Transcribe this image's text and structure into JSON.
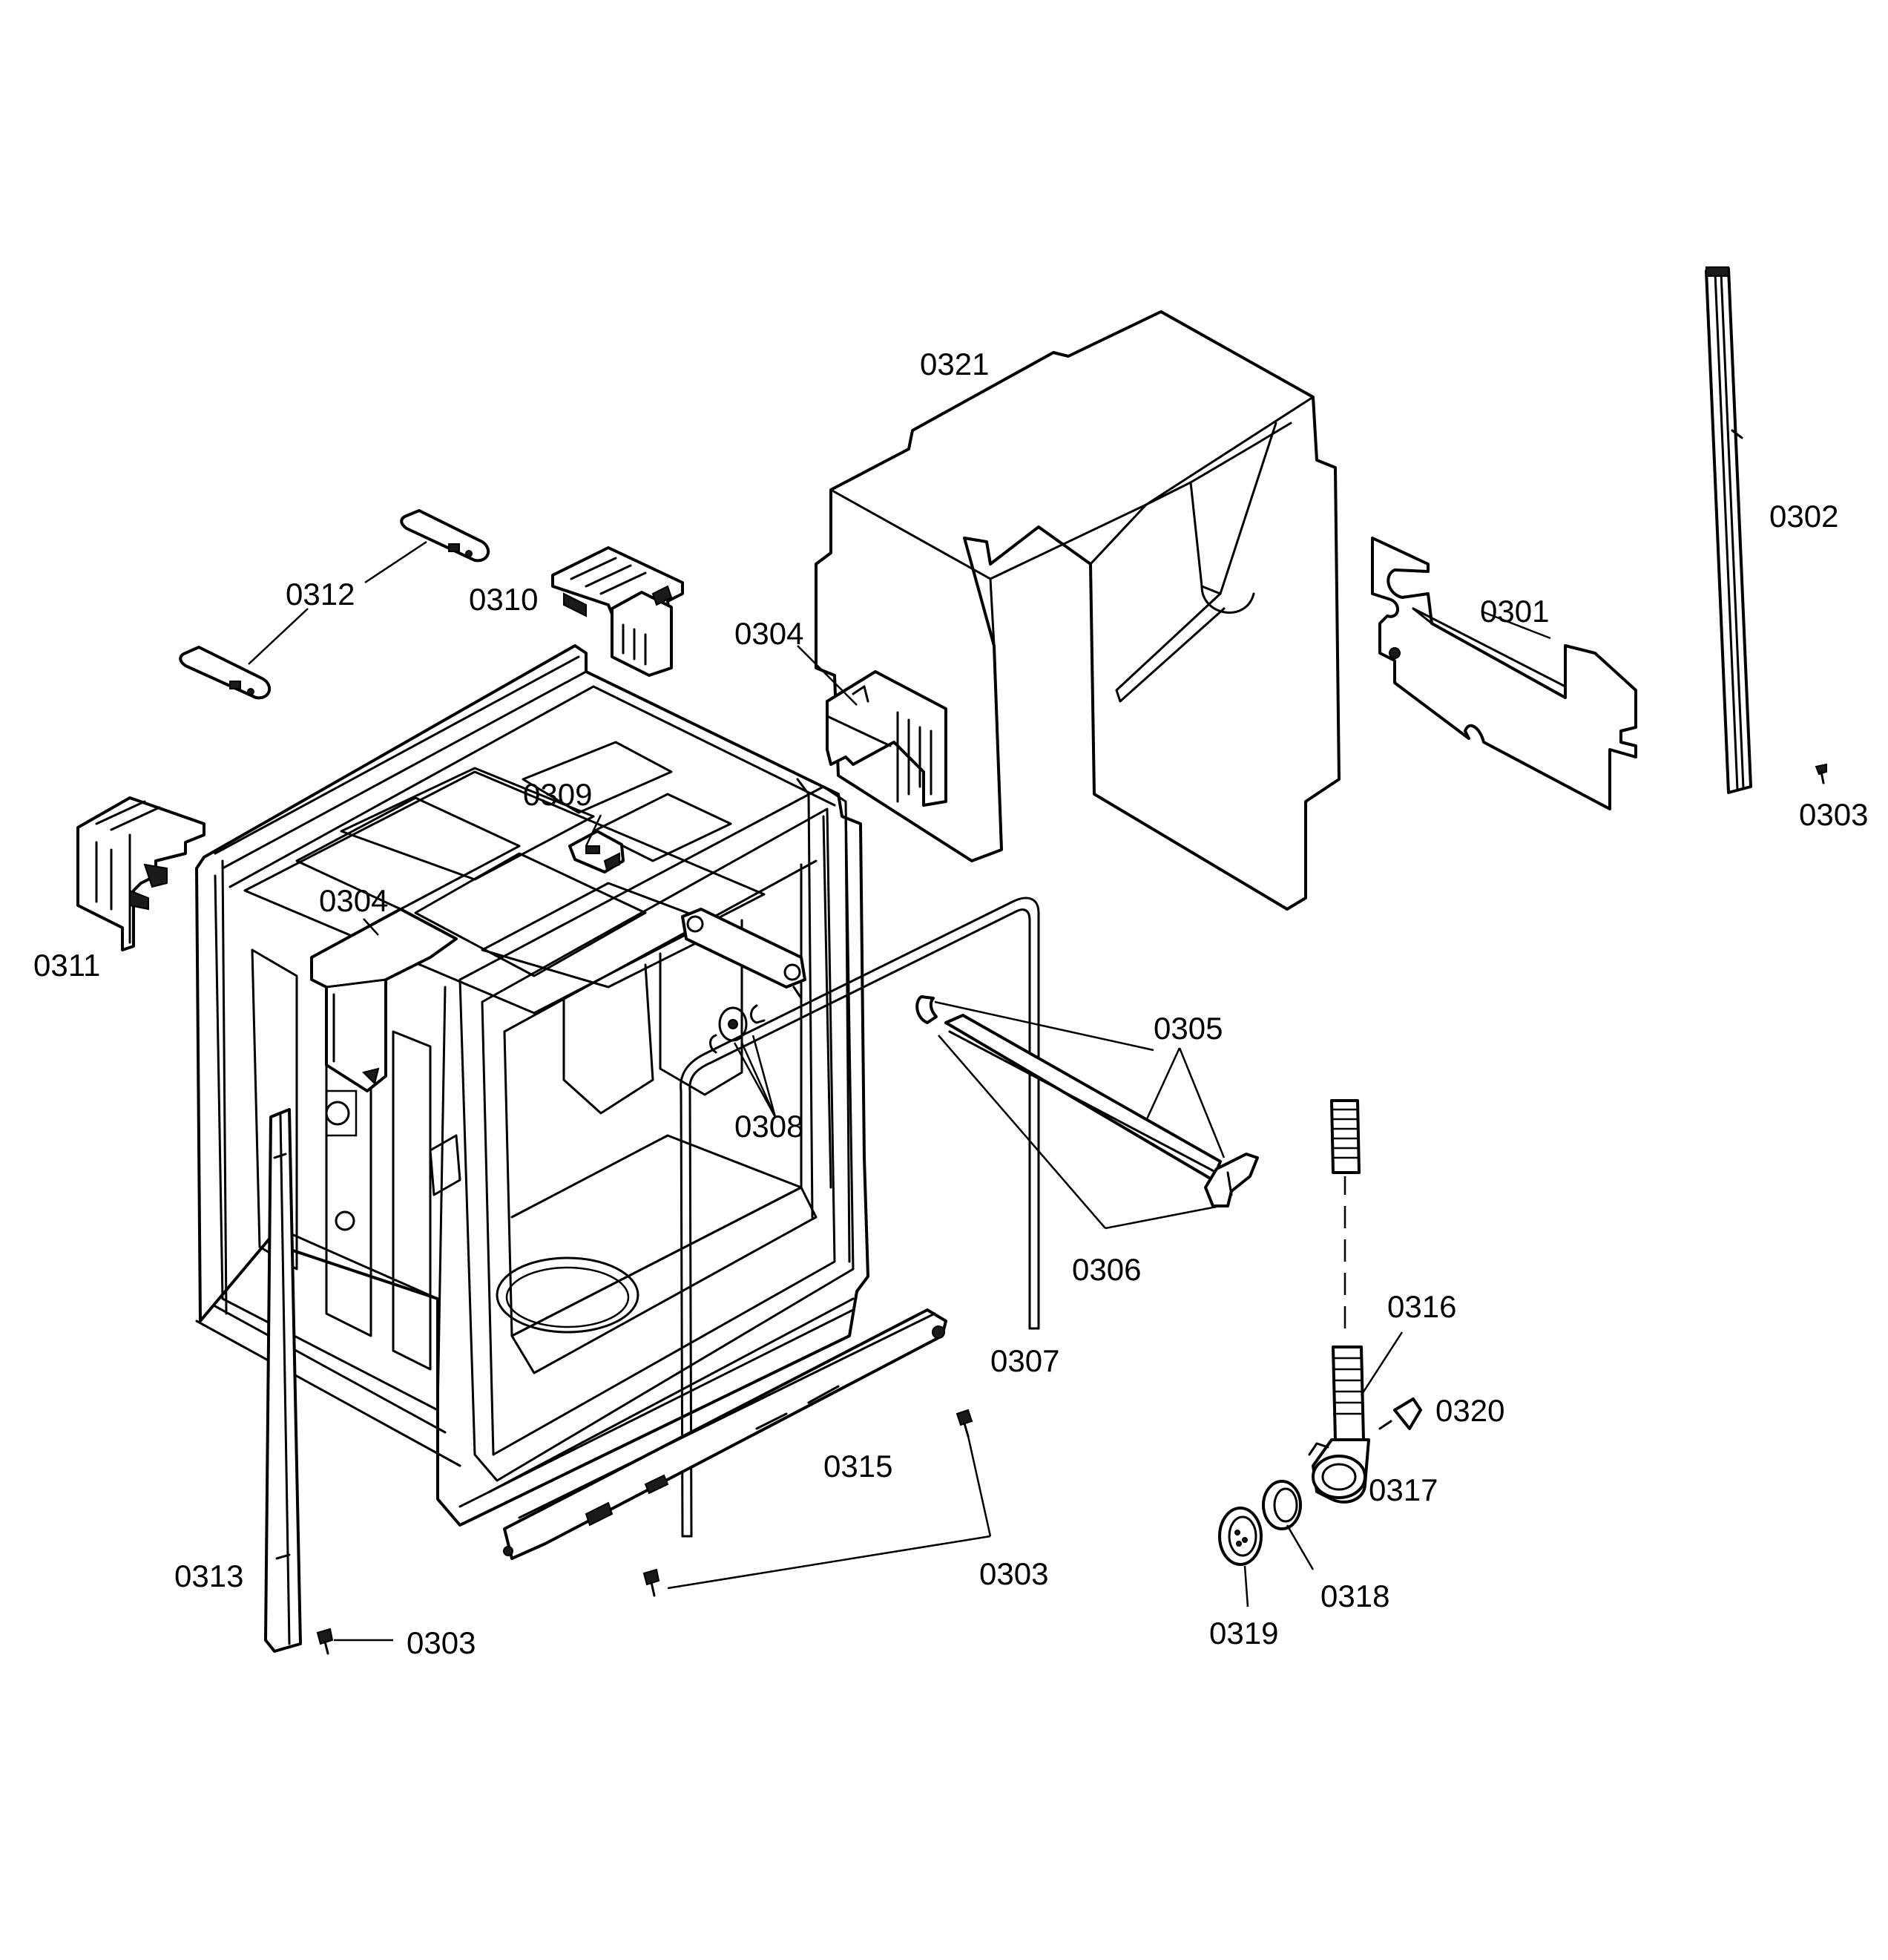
{
  "callouts": {
    "c0321": "0321",
    "c0302": "0302",
    "c0312": "0312",
    "c0310": "0310",
    "c0301": "0301",
    "c0304_upper": "0304",
    "c0303_right": "0303",
    "c0309": "0309",
    "c0304_lower": "0304",
    "c0311": "0311",
    "c0305": "0305",
    "c0308": "0308",
    "c0306": "0306",
    "c0316": "0316",
    "c0307": "0307",
    "c0320": "0320",
    "c0315": "0315",
    "c0317": "0317",
    "c0313": "0313",
    "c0303_mid": "0303",
    "c0318": "0318",
    "c0319": "0319",
    "c0303_left": "0303"
  }
}
